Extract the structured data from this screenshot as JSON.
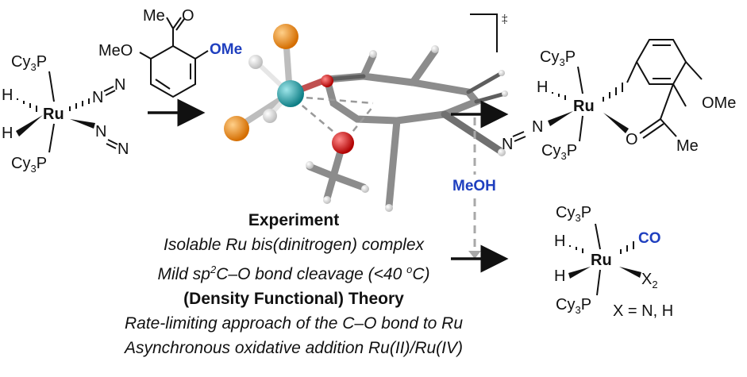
{
  "start_complex": {
    "ligand_top": "Cy",
    "ligand_bottom": "Cy",
    "p_sub": "3",
    "p_atom": "P",
    "metal": "Ru",
    "hydride_1": "H",
    "hydride_2": "H",
    "n2_top": "N",
    "n2_bottom": "N"
  },
  "substrate": {
    "acetyl_me": "Me",
    "acetyl_o": "O",
    "left_ome": "MeO",
    "right_ome": "OMe"
  },
  "transition_state": {
    "dagger": "‡",
    "colors": {
      "ru": "#1aa0a8",
      "p": "#f08a10",
      "o": "#e01010",
      "h": "#f2f2f2",
      "c": "#8c8c8c"
    }
  },
  "methanol_label": "MeOH",
  "product_top": {
    "ligand": "Cy",
    "p_sub": "3",
    "p_atom": "P",
    "metal": "Ru",
    "hydride": "H",
    "n2": "N",
    "carbonyl_o": "O",
    "acetyl_me": "Me",
    "ome": "OMe"
  },
  "product_bottom": {
    "ligand": "Cy",
    "p_sub": "3",
    "p_atom": "P",
    "metal": "Ru",
    "hydride_1": "H",
    "hydride_2": "H",
    "co": "CO",
    "x_atom": "X",
    "x_sub": "2",
    "x_def": "X = N, H"
  },
  "captions": {
    "experiment_heading": "Experiment",
    "experiment_line1": "Isolable Ru bis(dinitrogen) complex",
    "experiment_line2_a": "Mild sp",
    "experiment_line2_sup": "2",
    "experiment_line2_b": "C–O bond cleavage (<40 ",
    "experiment_line2_deg": "o",
    "experiment_line2_c": "C)",
    "theory_heading": "(Density Functional) Theory",
    "theory_line1": "Rate-limiting approach of the C–O bond to Ru",
    "theory_line2": "Asynchronous oxidative addition Ru(II)/Ru(IV)"
  }
}
